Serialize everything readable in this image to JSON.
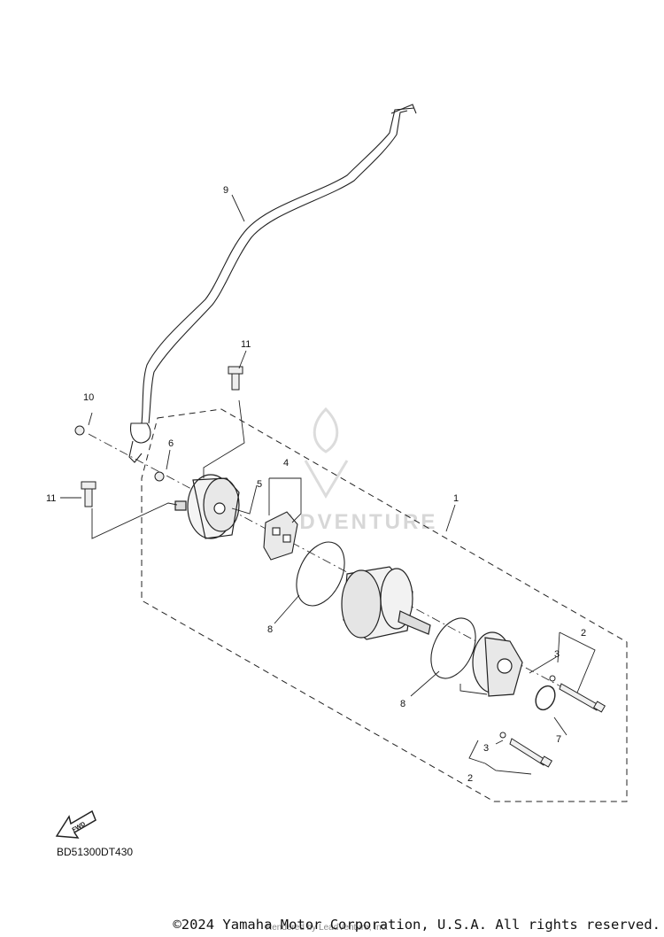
{
  "callouts": {
    "c1": "1",
    "c2a": "2",
    "c2b": "2",
    "c3a": "3",
    "c3b": "3",
    "c4": "4",
    "c5": "5",
    "c6": "6",
    "c7": "7",
    "c8a": "8",
    "c8b": "8",
    "c9": "9",
    "c10": "10",
    "c11a": "11",
    "c11b": "11"
  },
  "fwd_label": "FWD",
  "diagram_code": "BD51300DT430",
  "watermark": "ADVENTURE",
  "rendered_by": "Rendered by LeadVenture, Inc.",
  "copyright": "©2024 Yamaha Motor Corporation, U.S.A. All rights reserved."
}
